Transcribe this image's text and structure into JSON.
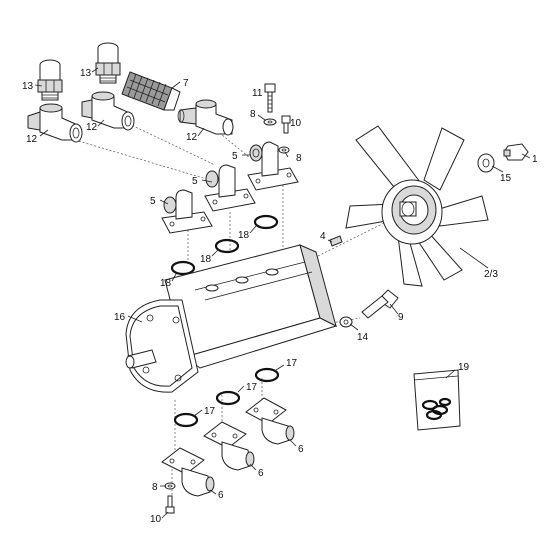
{
  "callouts": {
    "c1": "1",
    "c2_3": "2/3",
    "c4": "4",
    "c5a": "5",
    "c5b": "5",
    "c5c": "5",
    "c6a": "6",
    "c6b": "6",
    "c6c": "6",
    "c7": "7",
    "c8a": "8",
    "c8b": "8",
    "c8c": "8",
    "c9": "9",
    "c10a": "10",
    "c10b": "10",
    "c11": "11",
    "c12a": "12",
    "c12b": "12",
    "c12c": "12",
    "c13a": "13",
    "c13b": "13",
    "c14": "14",
    "c15": "15",
    "c16": "16",
    "c17a": "17",
    "c17b": "17",
    "c17c": "17",
    "c18a": "18",
    "c18b": "18",
    "c18c": "18",
    "c19": "19"
  }
}
